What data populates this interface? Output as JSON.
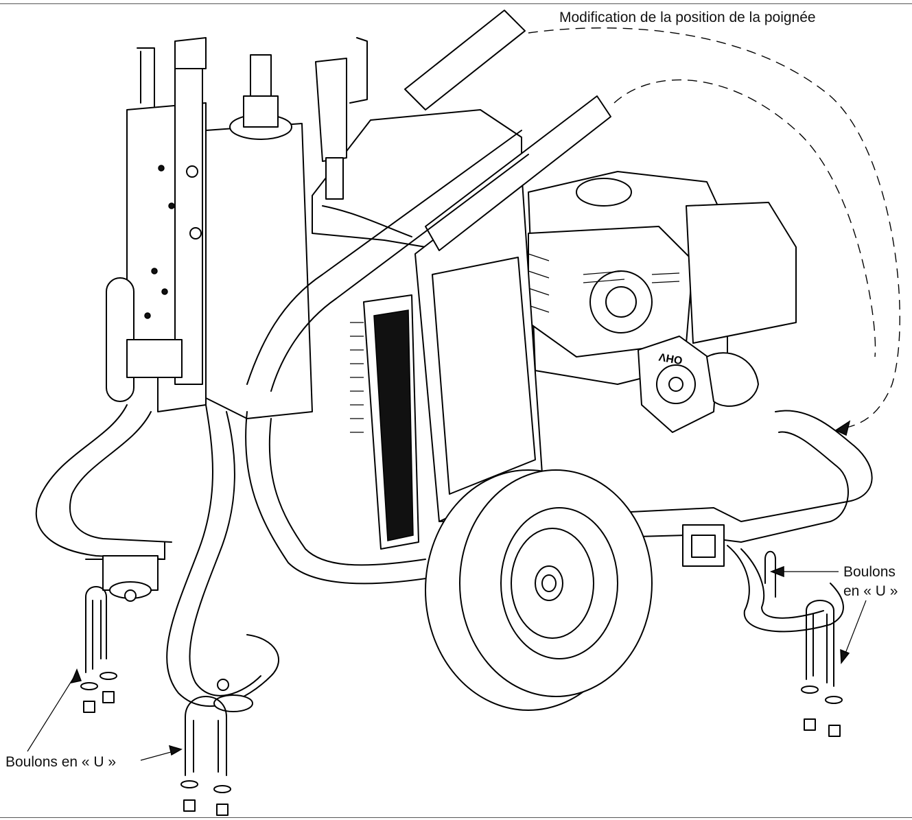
{
  "labels": {
    "handle_position": "Modification de la position de la poignée",
    "ubolts_left": "Boulons en « U »",
    "ubolts_right_line1": "Boulons",
    "ubolts_right_line2": "en « U »"
  },
  "engine_marking": "OHV",
  "colors": {
    "line": "#000000",
    "background": "#ffffff"
  }
}
